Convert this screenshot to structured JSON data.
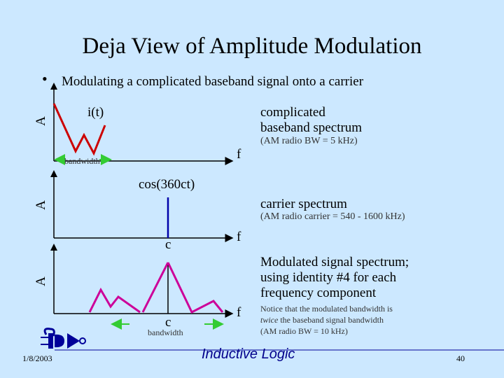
{
  "slide": {
    "title": "Deja View of Amplitude Modulation",
    "subtitle": "Modulating a complicated baseband signal onto a carrier",
    "date": "1/8/2003",
    "brand": "Inductive Logic",
    "page_number": "40"
  },
  "panel1": {
    "axis_y": "A",
    "axis_x": "f",
    "signal_label": "i(t)",
    "bandwidth_label": "bandwidth",
    "desc_line1": "complicated",
    "desc_line2": "baseband spectrum",
    "note": "(AM radio BW = 5 kHz)"
  },
  "panel2": {
    "carrier_label": "cos(360ct)",
    "axis_y": "A",
    "axis_x": "f",
    "c_label": "c",
    "desc": "carrier spectrum",
    "note": "(AM radio carrier = 540 - 1600 kHz)"
  },
  "panel3": {
    "axis_y": "A",
    "axis_x": "f",
    "c_label": "c",
    "bandwidth_label": "bandwidth",
    "desc_line1": "Modulated signal spectrum;",
    "desc_line2": "using identity #4 for each",
    "desc_line3": "frequency component",
    "note_line1": "Notice that the modulated bandwidth is",
    "note_line2_em": "twice",
    "note_line2_rest": " the baseband signal bandwidth",
    "note_line3": "(AM radio BW = 10 kHz)"
  },
  "colors": {
    "background": "#cce8ff",
    "baseband": "#cc0000",
    "carrier": "#0000aa",
    "modulated": "#cc0099",
    "arrow": "#33cc33",
    "logo": "#000099"
  }
}
